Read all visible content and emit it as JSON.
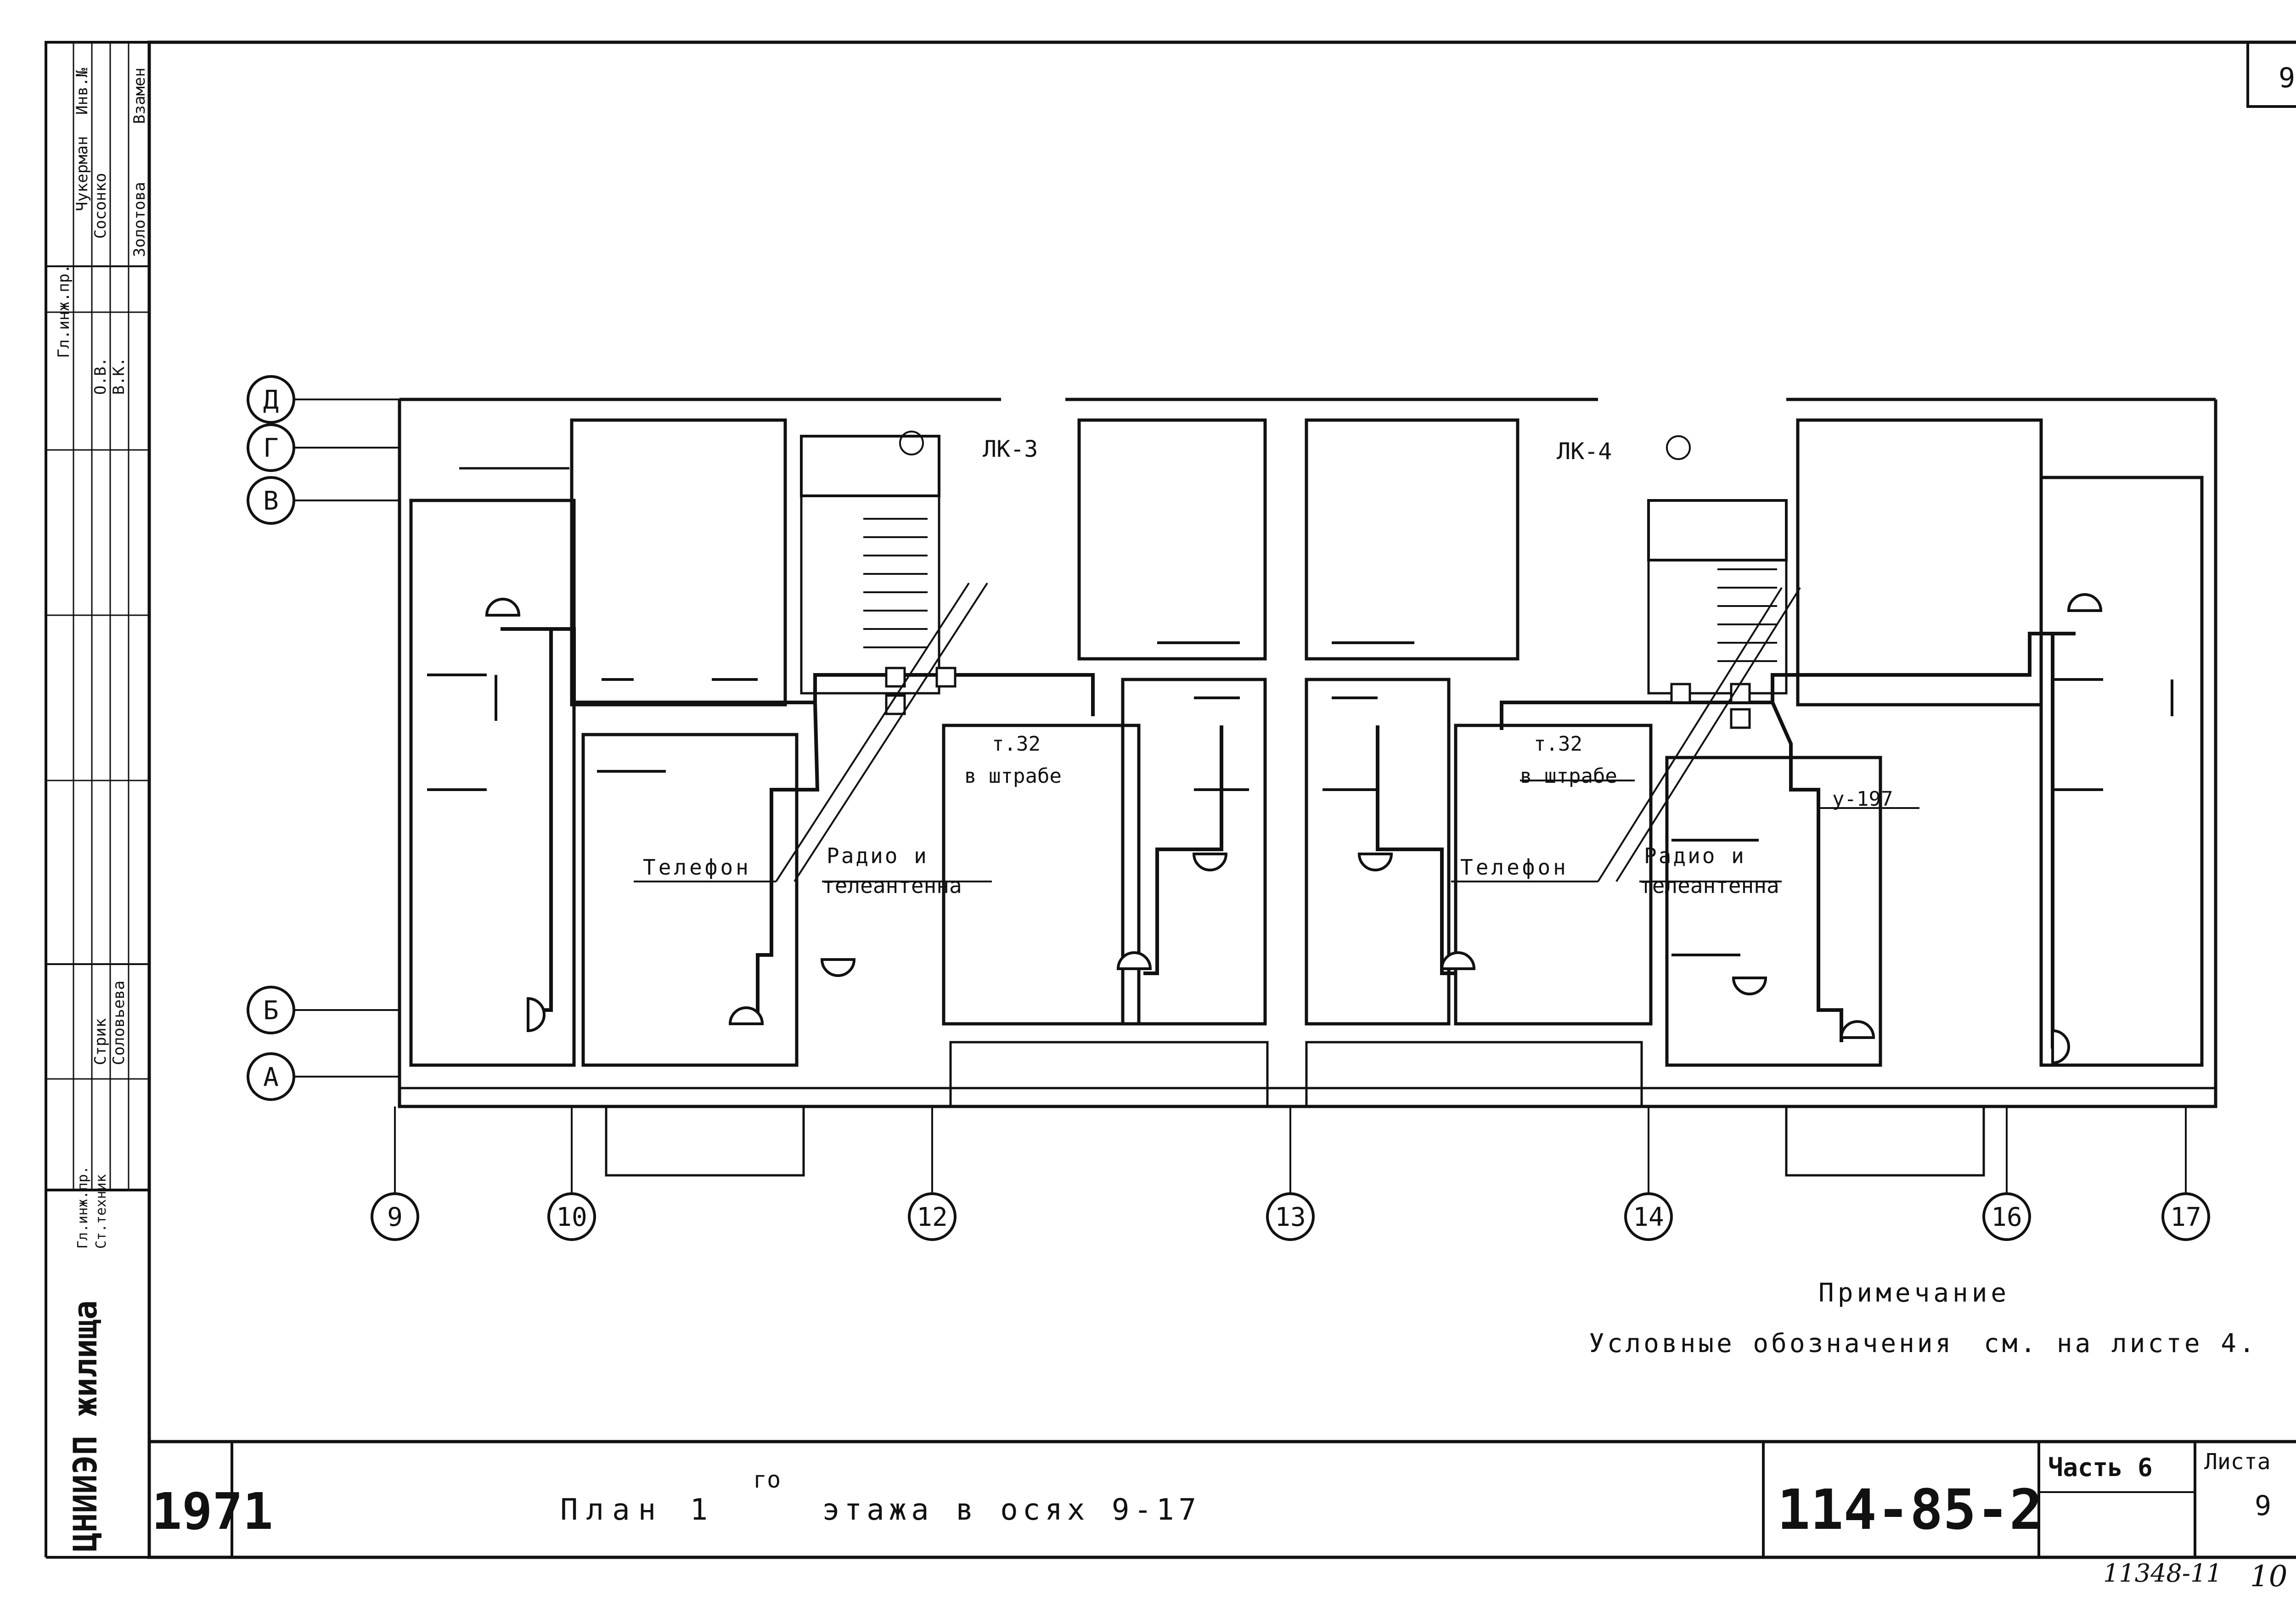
{
  "sheet": {
    "sheet_number": "9",
    "year": "1971",
    "title_main": "План 1",
    "title_sup": "го",
    "title_rest": "этажа в осях 9-17",
    "project_code": "114-85-2",
    "part_label": "Часть 6",
    "sheets_label": "Листа",
    "sheets_value": "9",
    "inventory_number": "11348-11",
    "page_number": "10",
    "org_name": "ЦНИИЭП жилища"
  },
  "note": {
    "heading": "Примечание",
    "text": "Условные обозначения",
    "ref": "см. на листе 4."
  },
  "axes": {
    "rows": [
      "Д",
      "Г",
      "В",
      "Б",
      "А"
    ],
    "columns": [
      "9",
      "10",
      "12",
      "13",
      "14",
      "16",
      "17"
    ]
  },
  "plan_labels": {
    "stair_left": "ЛК-3",
    "stair_right": "ЛК-4",
    "phone_left": "Телефон",
    "phone_right": "Телефон",
    "radio_left": "Радио и",
    "tv_left": "телеантенна",
    "radio_right": "Радио и",
    "tv_right": "телеантенна",
    "pipe_left": "т.32",
    "pipe_right": "т.32",
    "groove_left": "в штрабе",
    "groove_right": "в штрабе",
    "mark_right": "у-197"
  },
  "stamp": {
    "rows": [
      {
        "role": "Гл.инж.пр.",
        "name": "Чукерман",
        "extra": "Инв.№"
      },
      {
        "role": "О.В.",
        "name": "Сосонко",
        "extra": ""
      },
      {
        "role": "В.К.",
        "name": "Золотова",
        "extra": "Взамен"
      },
      {
        "role": "Стрик",
        "name": "Соловьева",
        "extra": ""
      },
      {
        "role": "Гл.инж.пр.",
        "name": "",
        "extra": ""
      },
      {
        "role": "Ст.техник",
        "name": "",
        "extra": ""
      }
    ]
  }
}
